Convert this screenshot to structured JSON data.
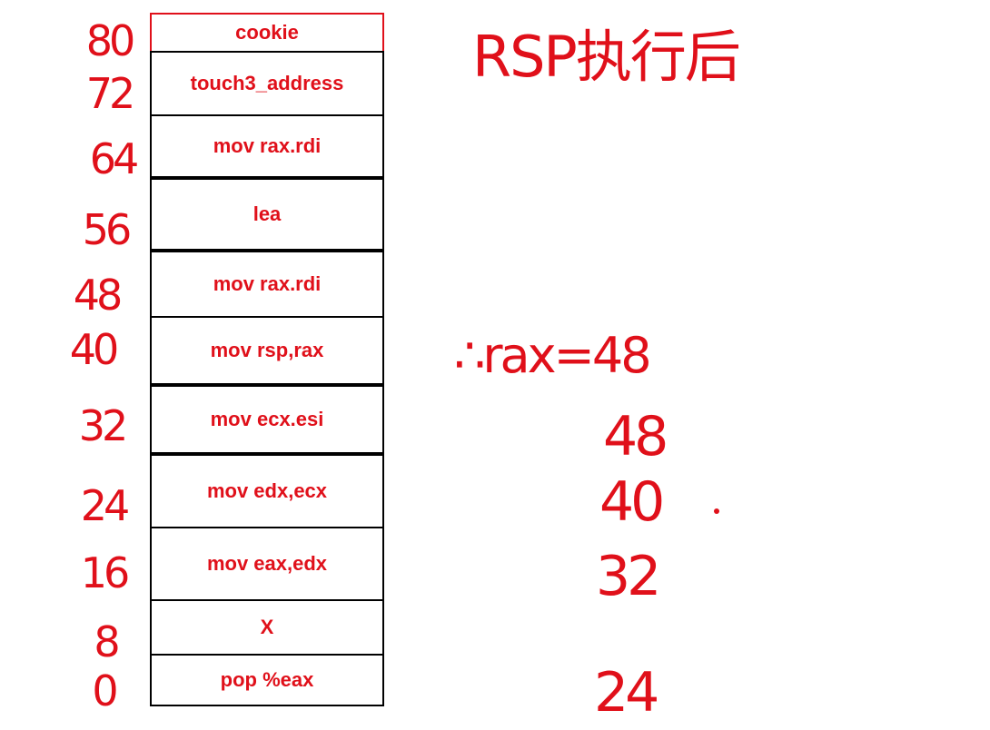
{
  "title": "RSP执行后",
  "cells": [
    {
      "label": "cookie",
      "offset": "80",
      "highlight": true
    },
    {
      "label": "touch3_address",
      "offset": "72"
    },
    {
      "label": "mov rax.rdi",
      "offset": "64"
    },
    {
      "label": "lea",
      "offset": "56"
    },
    {
      "label": "mov rax.rdi",
      "offset": "48"
    },
    {
      "label": "mov rsp,rax",
      "offset": "40"
    },
    {
      "label": "mov ecx.esi",
      "offset": "32"
    },
    {
      "label": "mov edx,ecx",
      "offset": "24"
    },
    {
      "label": "mov eax,edx",
      "offset": "16"
    },
    {
      "label": "X",
      "offset": "8"
    },
    {
      "label": "pop %eax",
      "offset": "0"
    }
  ],
  "equation": "∴rax=48",
  "sequence": [
    "48",
    "40",
    "32",
    "24"
  ],
  "colors": {
    "accent": "#e0101a",
    "border": "#000000"
  }
}
